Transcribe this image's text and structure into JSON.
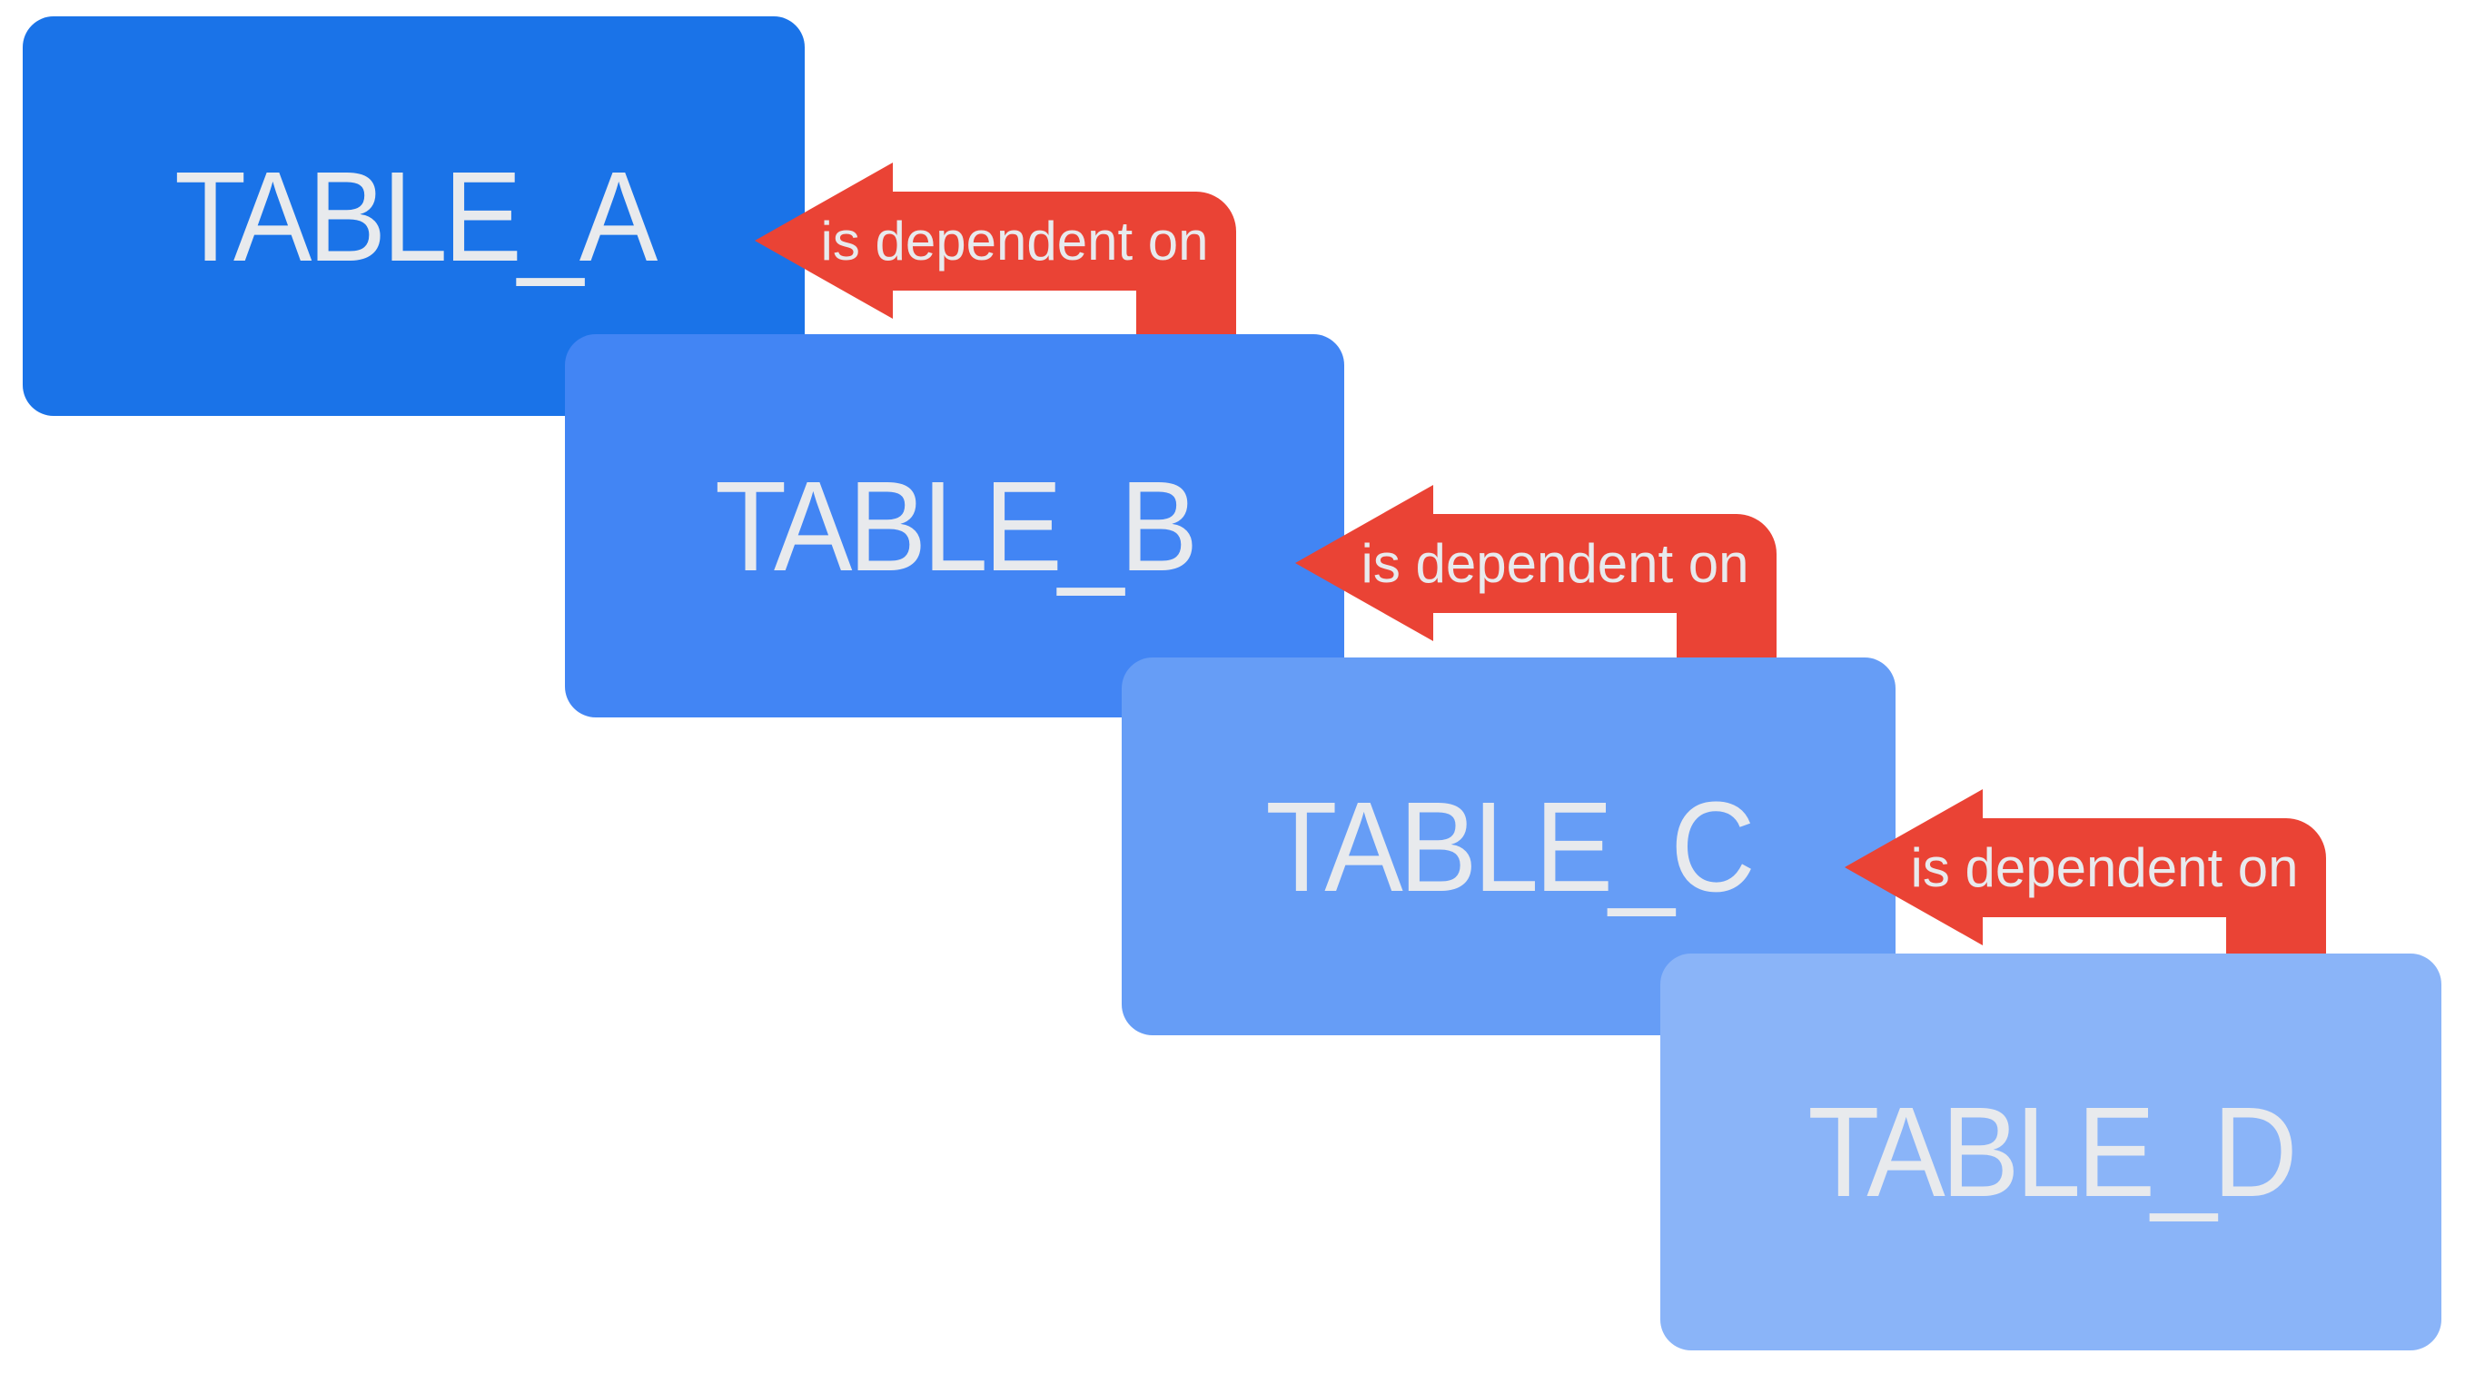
{
  "diagram": {
    "background_color": "#FFFFFF",
    "label_text_color": "#E8EAED",
    "arrow_color": "#EA4335",
    "tables": [
      {
        "label": "TABLE_A",
        "color": "#1A73E8"
      },
      {
        "label": "TABLE_B",
        "color": "#4285F4"
      },
      {
        "label": "TABLE_C",
        "color": "#669DF6"
      },
      {
        "label": "TABLE_D",
        "color": "#8AB4F8"
      }
    ],
    "arrows": [
      {
        "label": "is dependent on",
        "from": "TABLE_B",
        "to": "TABLE_A"
      },
      {
        "label": "is dependent on",
        "from": "TABLE_C",
        "to": "TABLE_B"
      },
      {
        "label": "is dependent on",
        "from": "TABLE_D",
        "to": "TABLE_C"
      }
    ]
  }
}
